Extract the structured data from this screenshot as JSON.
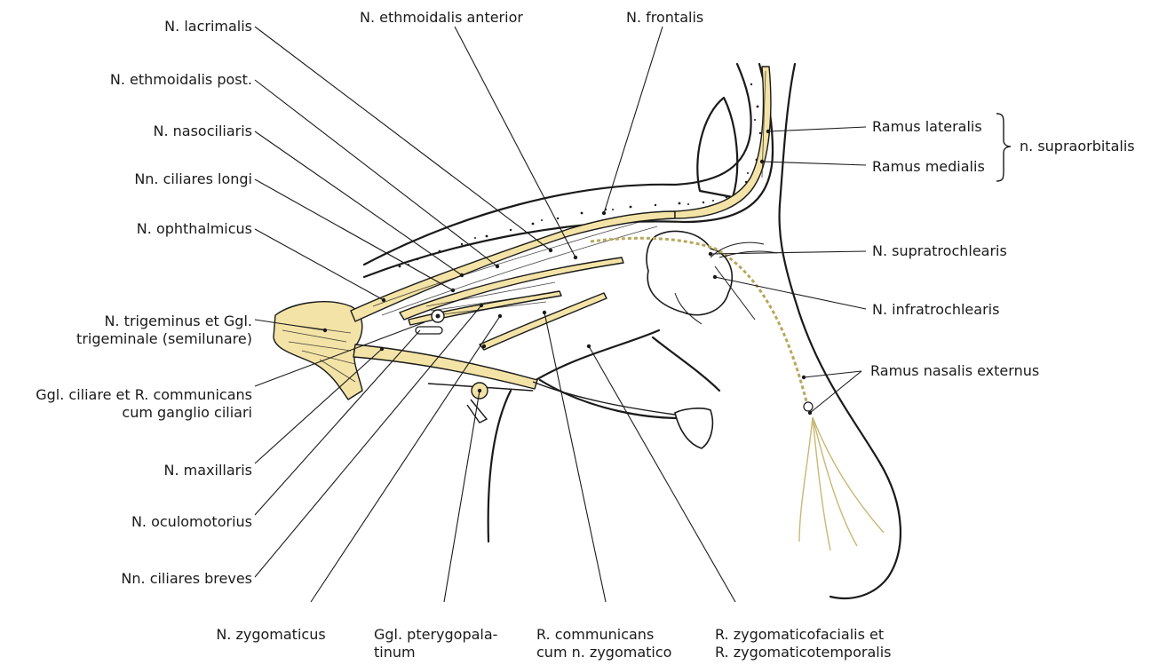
{
  "labels": {
    "n_lacrimalis": "N. lacrimalis",
    "n_ethmoidalis_anterior": "N. ethmoidalis anterior",
    "n_frontalis": "N. frontalis",
    "n_ethmoidalis_post": "N. ethmoidalis post.",
    "n_nasociliaris": "N. nasociliaris",
    "nn_ciliares_longi": "Nn. ciliares longi",
    "n_ophthalmicus": "N. ophthalmicus",
    "n_trigeminus_line1": "N. trigeminus et Ggl.",
    "n_trigeminus_line2": "trigeminale (semilunare)",
    "ggl_ciliare_line1": "Ggl. ciliare et R. communicans",
    "ggl_ciliare_line2": "cum ganglio ciliari",
    "n_maxillaris": "N. maxillaris",
    "n_oculomotorius": "N. oculomotorius",
    "nn_ciliares_breves": "Nn. ciliares breves",
    "n_zygomaticus": "N. zygomaticus",
    "ggl_pterygopalatinum_line1": "Ggl. pterygopala-",
    "ggl_pterygopalatinum_line2": "tinum",
    "r_communicans_line1": "R. communicans",
    "r_communicans_line2": "cum n. zygomatico",
    "r_zygomaticofacialis_line1": "R. zygomaticofacialis et",
    "r_zygomaticofacialis_line2": "R. zygomaticotemporalis",
    "ramus_lateralis": "Ramus lateralis",
    "ramus_medialis": "Ramus medialis",
    "n_supraorbitalis": "n. supraorbitalis",
    "n_supratrochlearis": "N. supratrochlearis",
    "n_infratrochlearis": "N. infratrochlearis",
    "ramus_nasalis_externus": "Ramus nasalis externus"
  },
  "colors": {
    "nerve_fill": "#f3e3a6",
    "nerve_dark": "#e8d37f",
    "ink": "#1a1a1a"
  }
}
